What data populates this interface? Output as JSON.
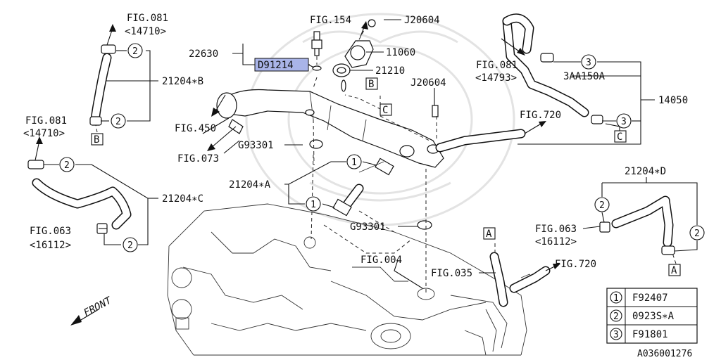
{
  "callouts": {
    "fig081_top": "FIG.081",
    "code_14710_top": "<14710>",
    "fig154": "FIG.154",
    "j20604_top": "J20604",
    "p22630": "22630",
    "p11060": "11060",
    "d91214": "D91214",
    "p21210": "21210",
    "p21204b": "21204∗B",
    "fig081_left": "FIG.081",
    "code_14710_left": "<14710>",
    "fig450": "FIG.450",
    "fig073": "FIG.073",
    "g93301_a": "G93301",
    "j20604_mid": "J20604",
    "fig720_mid": "FIG.720",
    "fig081_right": "FIG.081",
    "code_14793": "<14793>",
    "p3aa150a": "3AA150A",
    "p14050": "14050",
    "p21204a": "21204∗A",
    "p21204c": "21204∗C",
    "fig063_left": "FIG.063",
    "code_16112_left": "<16112>",
    "g93301_b": "G93301",
    "p21204d": "21204∗D",
    "fig063_right": "FIG.063",
    "code_16112_right": "<16112>",
    "fig004": "FIG.004",
    "fig035": "FIG.035",
    "fig720_bottom": "FIG.720",
    "front": "FRONT",
    "diagram_id": "A036001276"
  },
  "ref_letters": {
    "a": "A",
    "b": "B",
    "c": "C"
  },
  "circle_refs": {
    "one": "1",
    "two": "2",
    "three": "3"
  },
  "legend": {
    "rows": [
      {
        "num": "1",
        "part": "F92407"
      },
      {
        "num": "2",
        "part": "0923S∗A"
      },
      {
        "num": "3",
        "part": "F91801"
      }
    ]
  },
  "colors": {
    "highlight": "#a9b4e8",
    "line": "#111111"
  }
}
